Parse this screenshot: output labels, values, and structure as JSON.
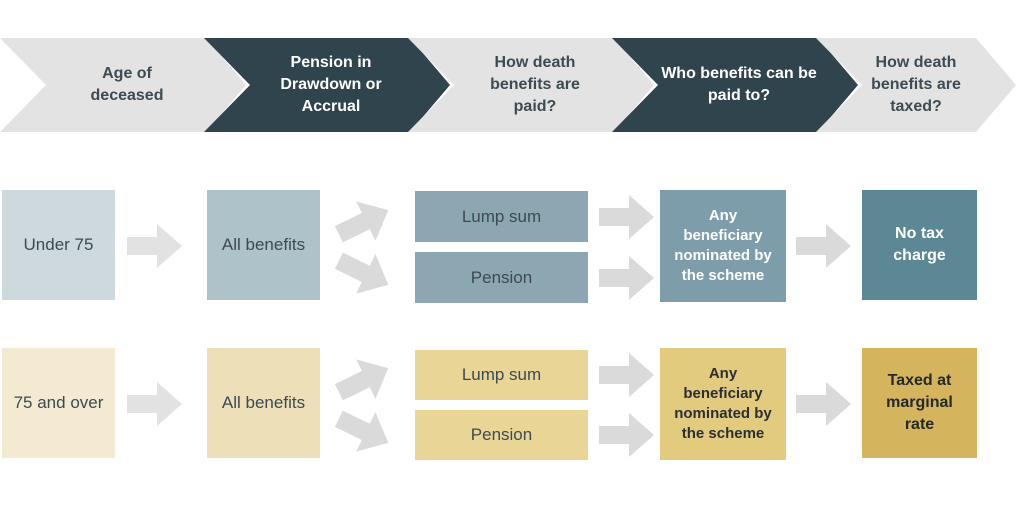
{
  "header": {
    "steps": [
      {
        "label": "Age of deceased",
        "theme": "light"
      },
      {
        "label": "Pension in Drawdown or Accrual",
        "theme": "dark"
      },
      {
        "label": "How death benefits are paid?",
        "theme": "light"
      },
      {
        "label": "Who benefits can be paid to?",
        "theme": "dark"
      },
      {
        "label": "How death benefits are taxed?",
        "theme": "light"
      }
    ]
  },
  "rows": [
    {
      "age": "Under 75",
      "benefits": "All benefits",
      "payment_options": [
        "Lump sum",
        "Pension"
      ],
      "beneficiary": "Any beneficiary nominated by the scheme",
      "tax_outcome": "No tax charge"
    },
    {
      "age": "75 and over",
      "benefits": "All benefits",
      "payment_options": [
        "Lump sum",
        "Pension"
      ],
      "beneficiary": "Any beneficiary nominated by the scheme",
      "tax_outcome": "Taxed at marginal rate"
    }
  ],
  "colors": {
    "chevron_light": "#e3e3e3",
    "chevron_dark": "#30444e",
    "header_text_dark": "#3d4b53",
    "header_text_light": "#ffffff",
    "box_text": "#3c4a52",
    "arrow_gray": "#dadada",
    "row_under_75": {
      "age_box": "#cdd9dd",
      "benefits_box": "#aec2c9",
      "payment_box": "#8da7b2",
      "beneficiary_box": "#7e9daa",
      "tax_box": "#5c8795"
    },
    "row_75_and_over": {
      "age_box": "#f4ead2",
      "benefits_box": "#eddfb8",
      "payment_box": "#e9d697",
      "beneficiary_box": "#e2cb7e",
      "tax_box": "#d4b45c"
    }
  }
}
